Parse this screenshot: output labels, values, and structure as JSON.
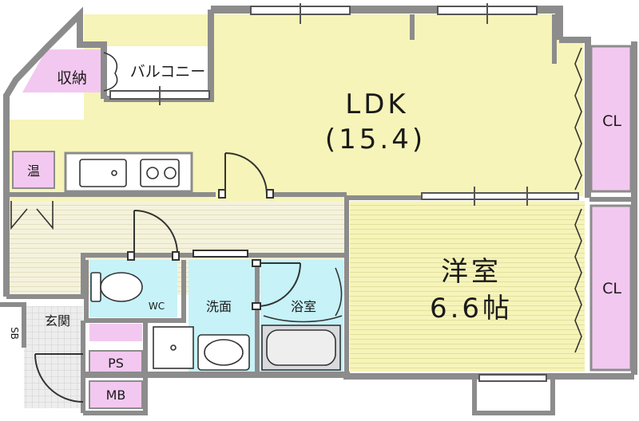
{
  "floor_plan": {
    "rooms": {
      "ldk": {
        "name": "LDK",
        "size": "(15.4)"
      },
      "western_room": {
        "name": "洋室",
        "size": "6.6帖"
      },
      "storage": {
        "name": "収納"
      },
      "balcony": {
        "name": "バルコニー"
      },
      "closet_upper": {
        "name": "CL"
      },
      "closet_lower": {
        "name": "CL"
      },
      "water_heater": {
        "name": "温"
      },
      "toilet": {
        "name": "WC"
      },
      "washroom": {
        "name": "洗面"
      },
      "bathroom": {
        "name": "浴室"
      },
      "entrance": {
        "name": "玄関"
      },
      "shoe_box": {
        "name": "SB"
      },
      "pipe_space": {
        "name": "PS"
      },
      "meter_box": {
        "name": "MB"
      }
    },
    "colors": {
      "wall": "#8c8c8c",
      "ldk_floor": "#f6f4b8",
      "hall_floor": "#f5f2dc",
      "closet": "#f3c8f0",
      "storage": "#f3c8f0",
      "wet_area": "#c6f2f8",
      "bath": "#d9dadd",
      "entrance_floor": "#ededed"
    }
  }
}
